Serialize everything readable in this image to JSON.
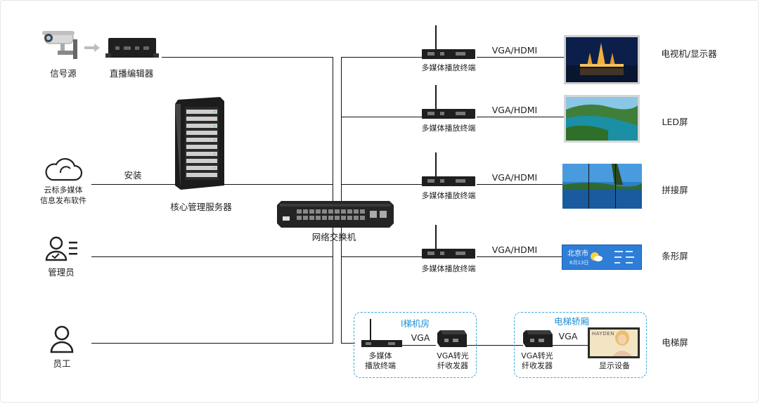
{
  "nodes": {
    "signal_source": "信号源",
    "live_encoder": "直播编辑器",
    "core_server": "核心管理服务器",
    "cloud_software": [
      "云标多媒体",
      "信息发布软件"
    ],
    "install": "安装",
    "admin": "管理员",
    "staff": "员工",
    "switch": "网络交换机",
    "player": "多媒体播放终端",
    "player_split": [
      "多媒体",
      "播放终端"
    ],
    "vga_fiber": [
      "VGA转光",
      "纤收发器"
    ],
    "display_device": "显示设备"
  },
  "links": {
    "vga_hdmi": "VGA/HDMI",
    "vga": "VGA"
  },
  "outputs": {
    "tv": "电视机/显示器",
    "led": "LED屏",
    "splice": "拼接屏",
    "strip": "条形屏",
    "elevator": "电梯屏"
  },
  "groups": {
    "machine_room": "l梯机房",
    "car": "电梯轿厢"
  },
  "strip_screen": {
    "city": "北京市",
    "date": "6月13日"
  },
  "elevator_ad": "HAYDEN",
  "colors": {
    "accent": "#1e8ed6",
    "line": "#111111",
    "dash": "#3aa6e0"
  }
}
